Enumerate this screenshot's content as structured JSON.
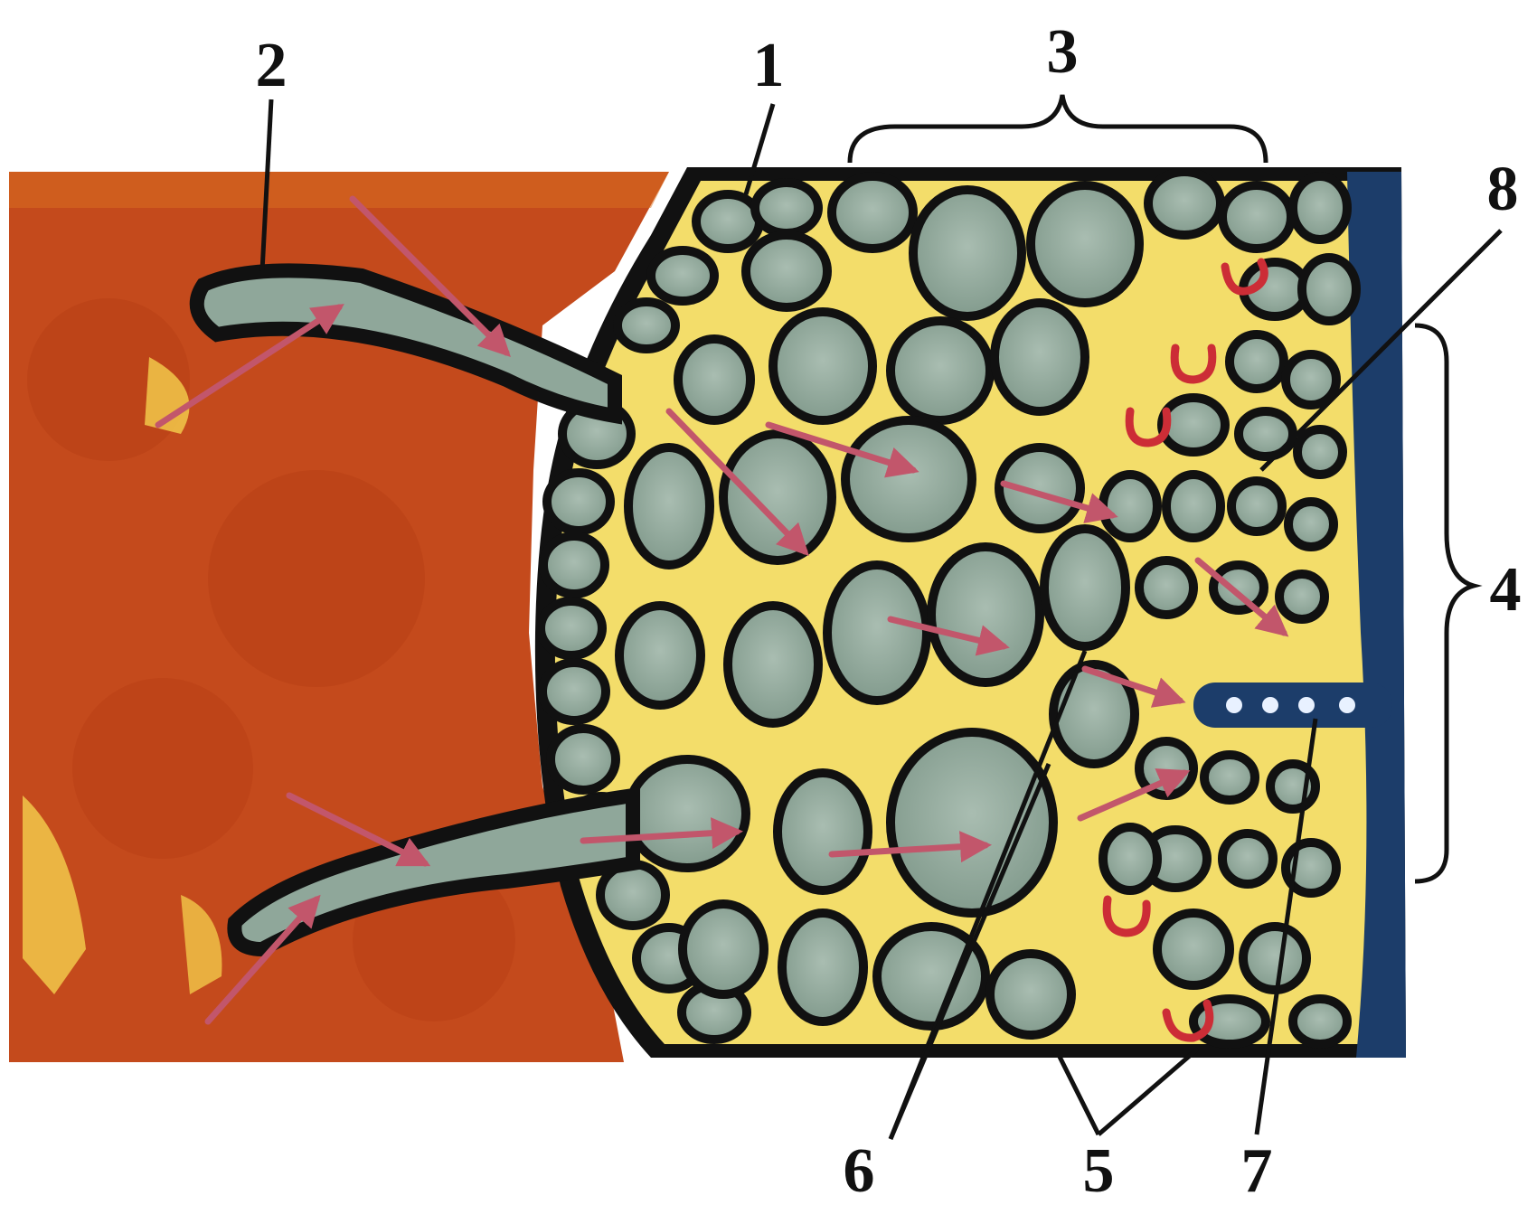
{
  "labels": {
    "n1": "1",
    "n2": "2",
    "n3": "3",
    "n4": "4",
    "n5": "5",
    "n6": "6",
    "n7": "7",
    "n8": "8"
  },
  "colors": {
    "background": "#ffffff",
    "soil": "#c44a1c",
    "soil_dark": "#a8360f",
    "cell_fill": "#8fa79a",
    "cell_outline": "#111111",
    "intercellular": "#f3dd6a",
    "arrow": "#c2566b",
    "vessel_ring": "#cc2d36",
    "central_cylinder": "#1c3d6a"
  }
}
